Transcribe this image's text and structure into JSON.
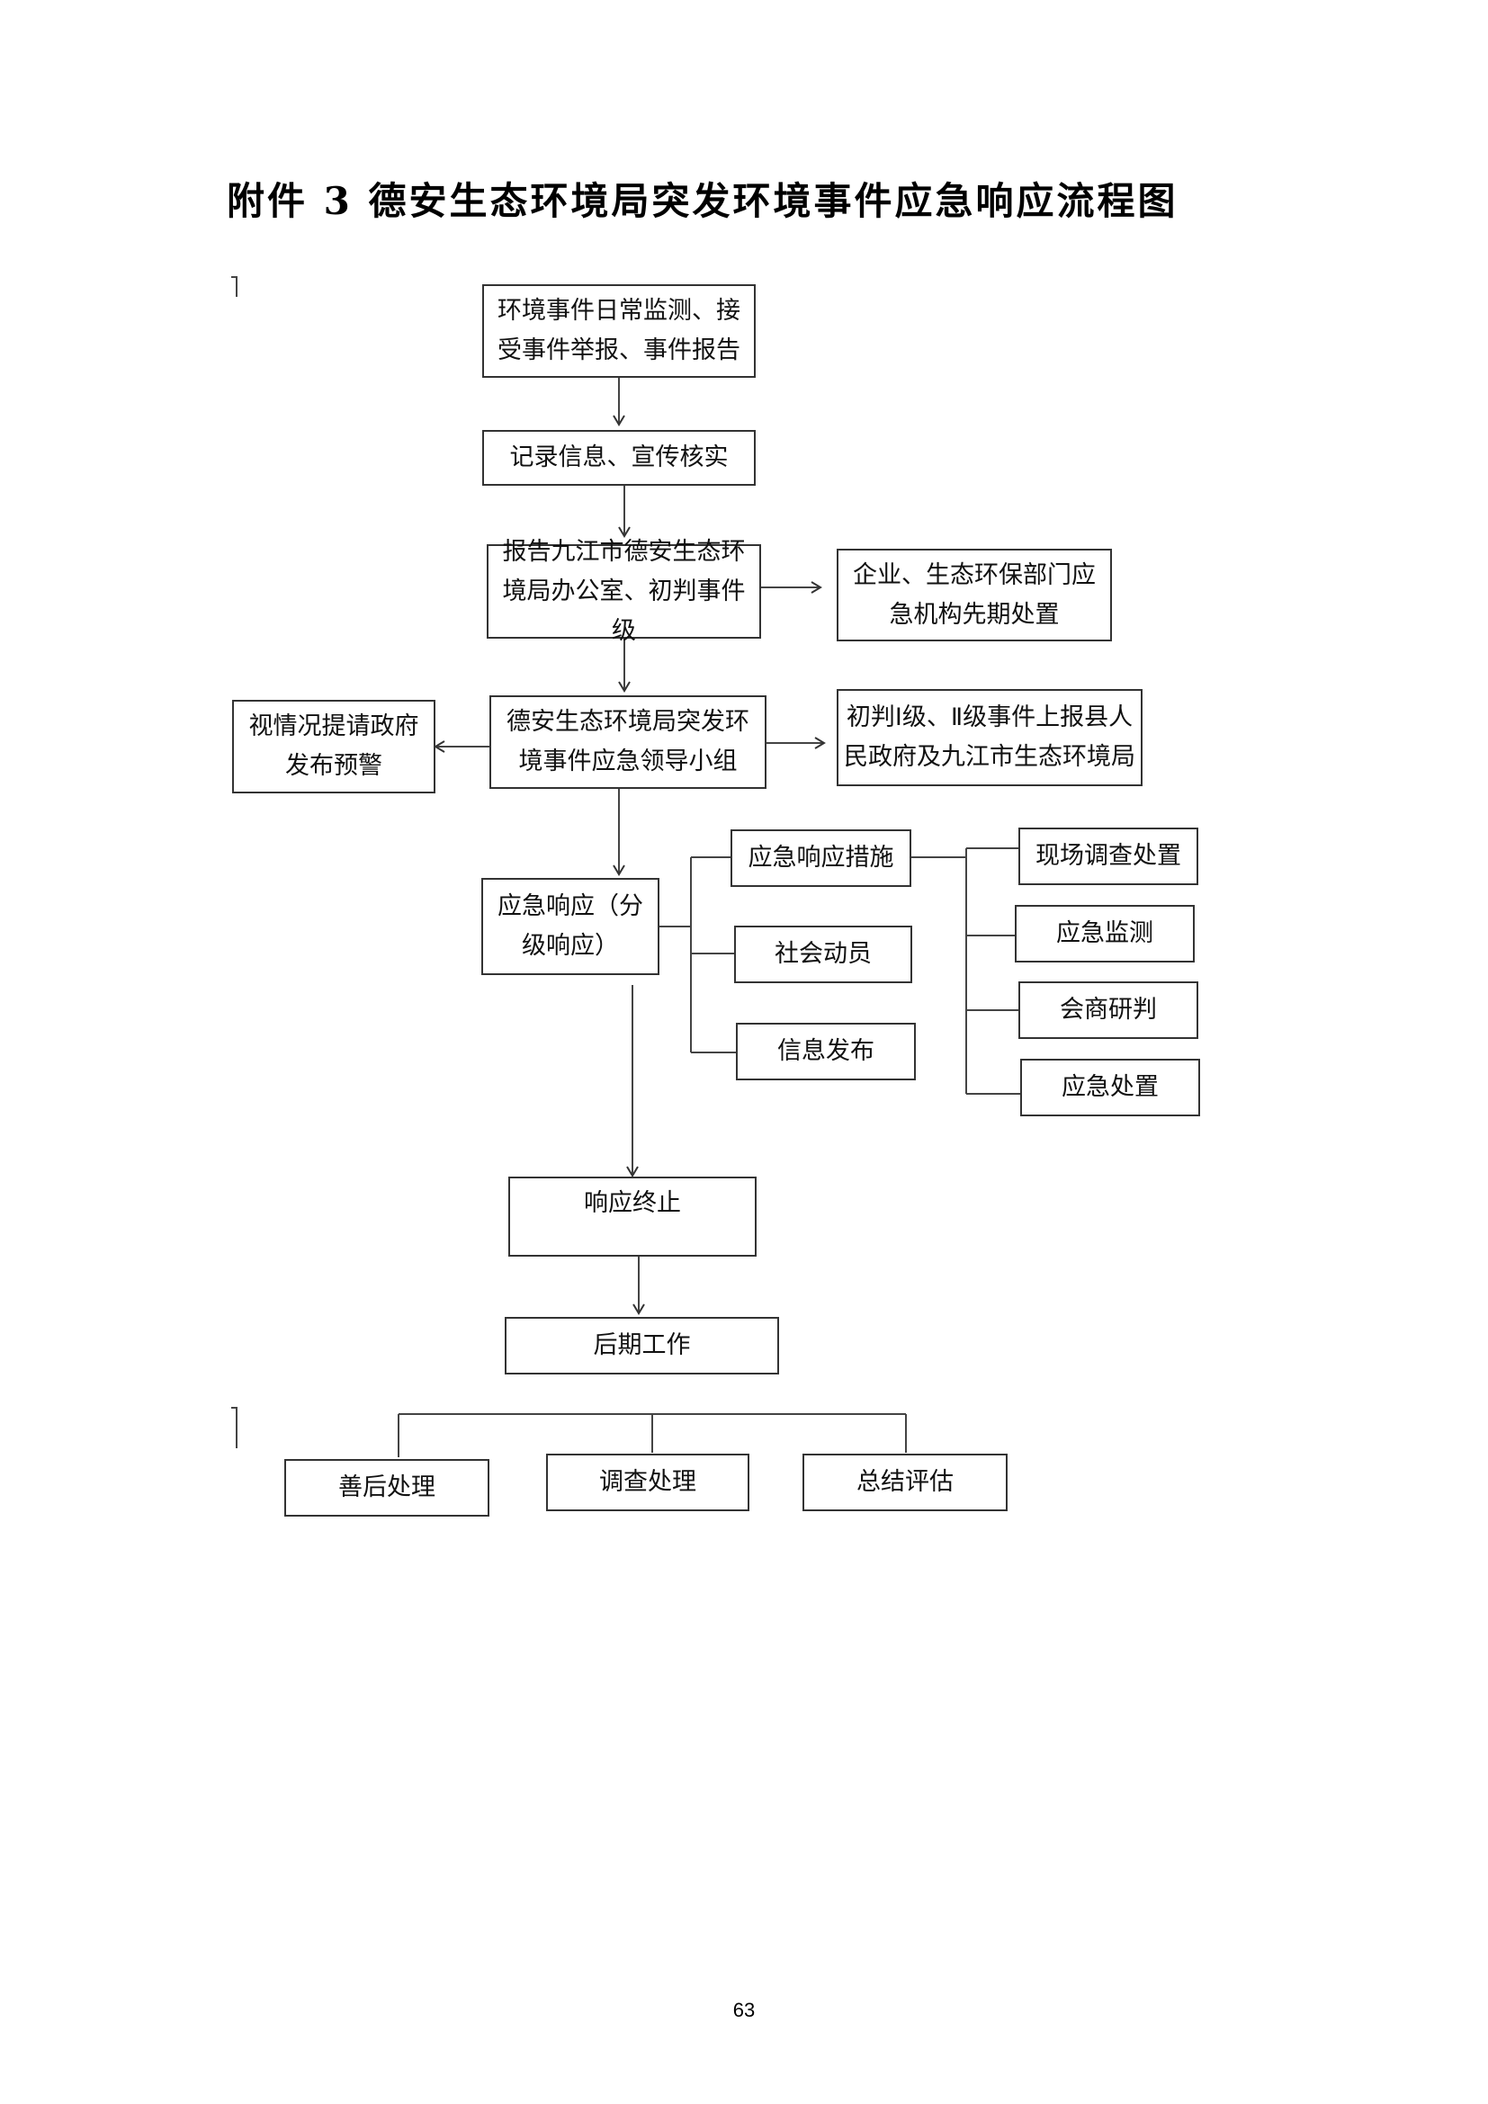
{
  "title": "附件 3  德安生态环境局突发环境事件应急响应流程图",
  "page_number": "63",
  "nodes": {
    "monitor": "环境事件日常监测、接受事件举报、事件报告",
    "record": "记录信息、宣传核实",
    "report_office": "报告九江市德安生态环境局办公室、初判事件级",
    "enterprise": "企业、生态环保部门应急机构先期处置",
    "leader_group": "德安生态环境局突发环境事件应急领导小组",
    "warning": "视情况提请政府发布预警",
    "report_up": "初判Ⅰ级、Ⅱ级事件上报县人民政府及九江市生态环境局",
    "response": "应急响应（分级响应）",
    "measures": "应急响应措施",
    "mobilize": "社会动员",
    "info_release": "信息发布",
    "site_survey": "现场调查处置",
    "monitoring": "应急监测",
    "consult": "会商研判",
    "disposal": "应急处置",
    "terminate": "响应终止",
    "aftermath": "后期工作",
    "rehab": "善后处理",
    "investigate": "调查处理",
    "evaluate": "总结评估"
  }
}
